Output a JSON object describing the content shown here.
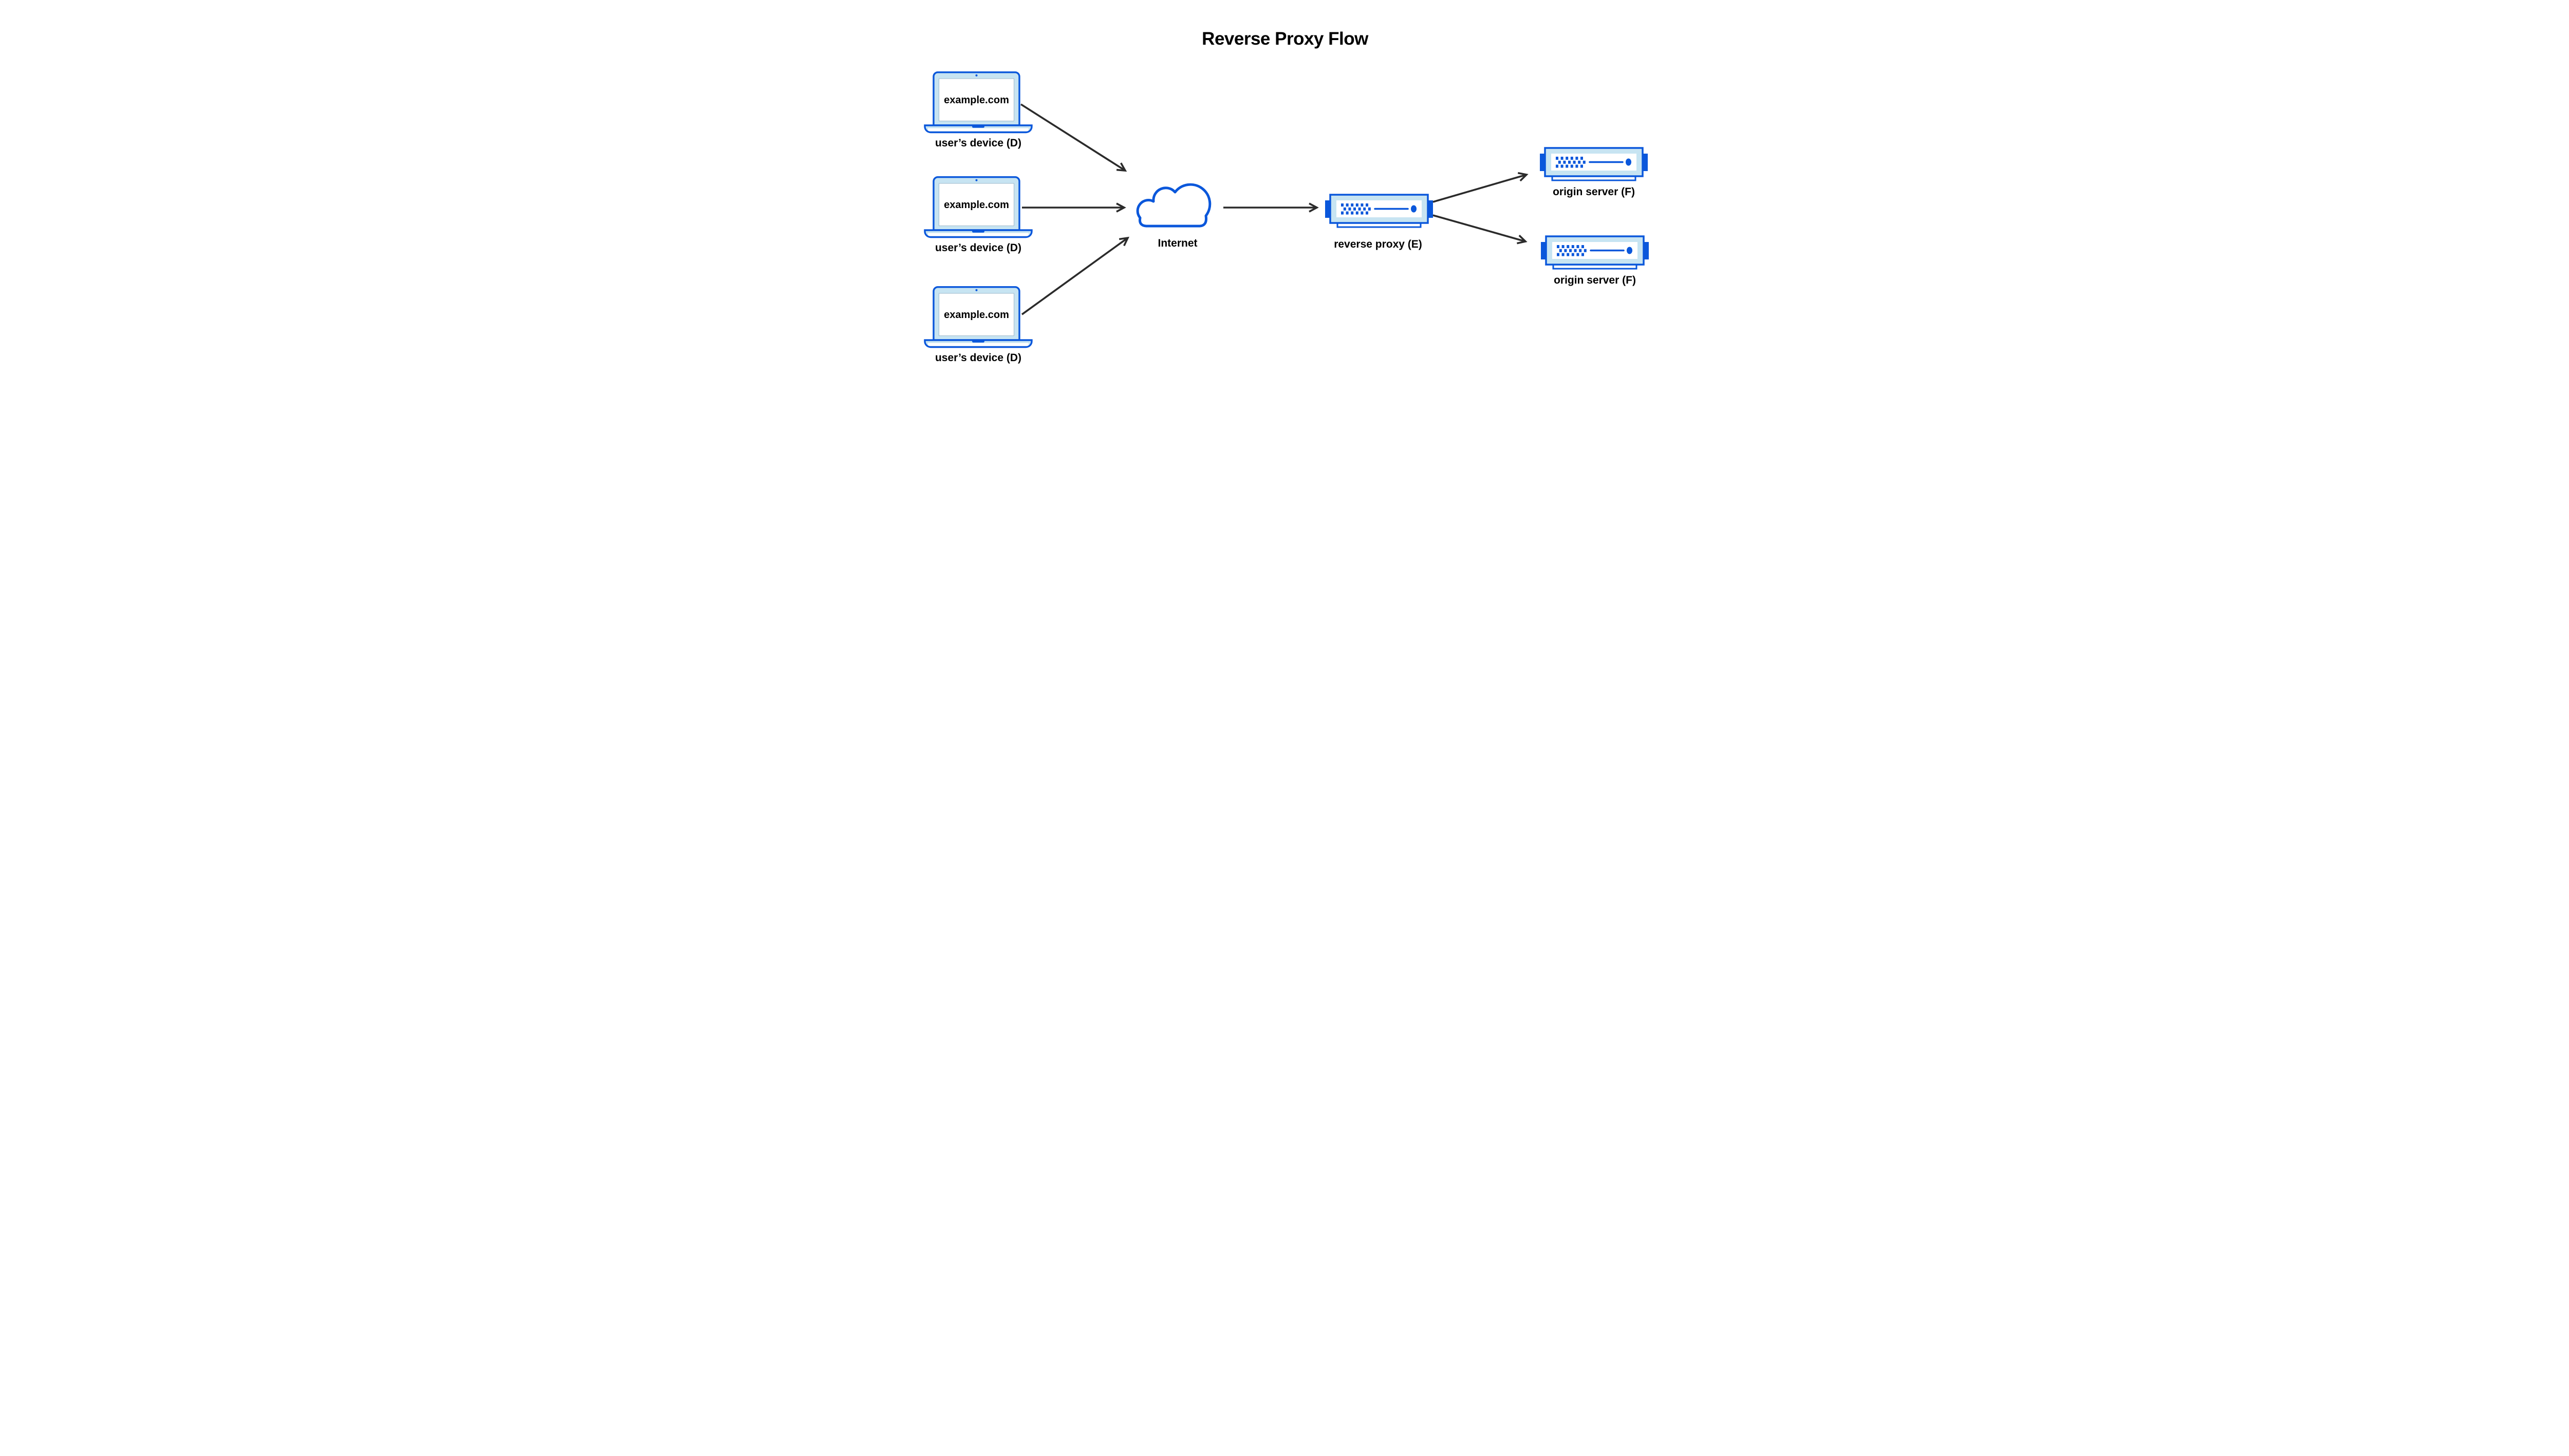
{
  "title": "Reverse Proxy Flow",
  "nodes": {
    "user_device": {
      "label": "user’s device (D)",
      "screen_text": "example.com",
      "count": 3
    },
    "internet": {
      "label": "Internet"
    },
    "reverse_proxy": {
      "label": "reverse proxy (E)"
    },
    "origin_server": {
      "label": "origin server (F)",
      "count": 2
    }
  },
  "icons": {
    "user_device": "laptop-icon",
    "internet": "cloud-icon",
    "reverse_proxy": "server-icon",
    "origin_server": "server-icon"
  },
  "colors": {
    "accent_blue": "#0A57DB",
    "light_blue": "#C7E4F2",
    "ink": "#2B2B2B",
    "text_black": "#000000"
  }
}
